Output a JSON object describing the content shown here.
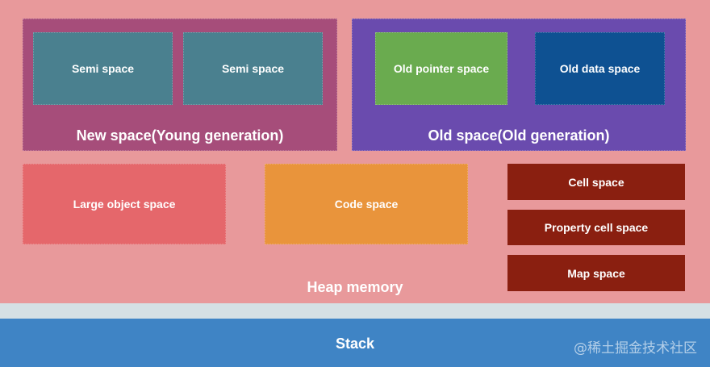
{
  "diagram": {
    "heap": {
      "label": "Heap memory",
      "color": "#e8999b"
    },
    "new_space": {
      "label": "New space(Young generation)",
      "color": "#a64d7a",
      "children": [
        {
          "label": "Semi space",
          "color": "#4a808f"
        },
        {
          "label": "Semi space",
          "color": "#4a808f"
        }
      ]
    },
    "old_space": {
      "label": "Old space(Old generation)",
      "color": "#6a4bae",
      "children": [
        {
          "label": "Old pointer space",
          "color": "#6aab4f"
        },
        {
          "label": "Old data space",
          "color": "#0e5192"
        }
      ]
    },
    "large_object_space": {
      "label": "Large object space",
      "color": "#e5676b"
    },
    "code_space": {
      "label": "Code space",
      "color": "#e9943b"
    },
    "small_spaces": [
      {
        "label": "Cell space",
        "color": "#8a1f10"
      },
      {
        "label": "Property cell space",
        "color": "#8a1f10"
      },
      {
        "label": "Map space",
        "color": "#8a1f10"
      }
    ],
    "stack": {
      "label": "Stack",
      "color": "#3f84c5"
    },
    "watermark": "@稀土掘金技术社区"
  }
}
